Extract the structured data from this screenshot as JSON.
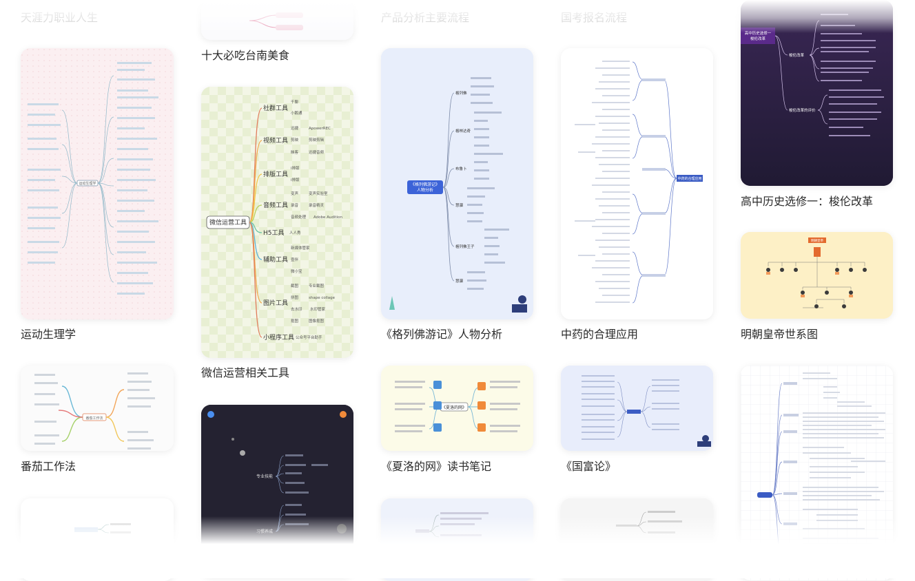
{
  "cards": {
    "c1_0": {
      "title": "天涯力职业人生"
    },
    "c2_0": {
      "title": "十大必吃台南美食"
    },
    "c3_0": {
      "title": "产品分析主要流程"
    },
    "c4_0": {
      "title": "国考报名流程"
    },
    "c1_1": {
      "title": "运动生理学"
    },
    "c2_1": {
      "title": "微信运营相关工具"
    },
    "c3_1": {
      "title": "《格列佛游记》人物分析"
    },
    "c4_1": {
      "title": "中药的合理应用"
    },
    "c5_0": {
      "title": "高中历史选修一：梭伦改革"
    },
    "c5_1": {
      "title": "明朝皇帝世系图"
    },
    "c1_2": {
      "title": "番茄工作法"
    },
    "c3_2": {
      "title": "《夏洛的网》读书笔记"
    },
    "c4_2": {
      "title": "《国富论》"
    }
  },
  "thumbs": {
    "wechat": {
      "root": "微信运营工具",
      "branches": [
        {
          "label": "社群工具",
          "items": [
            "千聊",
            "小鹅通"
          ]
        },
        {
          "label": "视频工具",
          "items": [
            "迅捷",
            "剪映",
            "映客"
          ]
        },
        {
          "label": "排版工具",
          "items": [
            "i排版",
            "i排版"
          ]
        },
        {
          "label": "音频工具",
          "items": [
            "变声",
            "录音",
            "音频处理"
          ]
        },
        {
          "label": "H5工具",
          "items": [
            "人人秀"
          ]
        },
        {
          "label": "辅助工具",
          "items": [
            "新媒体管家",
            "壹伴",
            "微小宝"
          ]
        },
        {
          "label": "图片工具",
          "items": [
            "截图",
            "拼图",
            "去水印",
            "抠图"
          ]
        },
        {
          "label": "小程序工具",
          "items": [
            "公众号平台助手"
          ]
        }
      ],
      "extras": [
        "ApowerREC",
        "剪映剪辑",
        "迅捷音频",
        "变声实验室",
        "录音精灵",
        "Adobe Audition",
        "专业截图",
        "shape collage",
        "水印管家",
        "图像抠图"
      ]
    },
    "gulliver": {
      "root_line1": "《格列佛游记》",
      "root_line2": "人物分析",
      "branches": [
        "格列佛",
        "格林达奇",
        "布鲁卜",
        "慧骃",
        "格列佛王子",
        "慧骃"
      ]
    },
    "tcm": {
      "root": "中药的合理应用"
    },
    "solon": {
      "root_line1": "高中历史选修一",
      "root_line2": "梭伦改革",
      "branches": [
        "梭伦改革",
        "梭伦改革的评价"
      ]
    },
    "ming": {
      "badge": "明朝皇帝"
    },
    "tomato": {
      "root": "番茄工作法"
    },
    "charlotte": {
      "root": "《夏洛的网》"
    },
    "sports": {
      "root": "运动生理学"
    },
    "kids": {
      "branches": [
        "专业技能",
        "习惯养成"
      ]
    }
  }
}
